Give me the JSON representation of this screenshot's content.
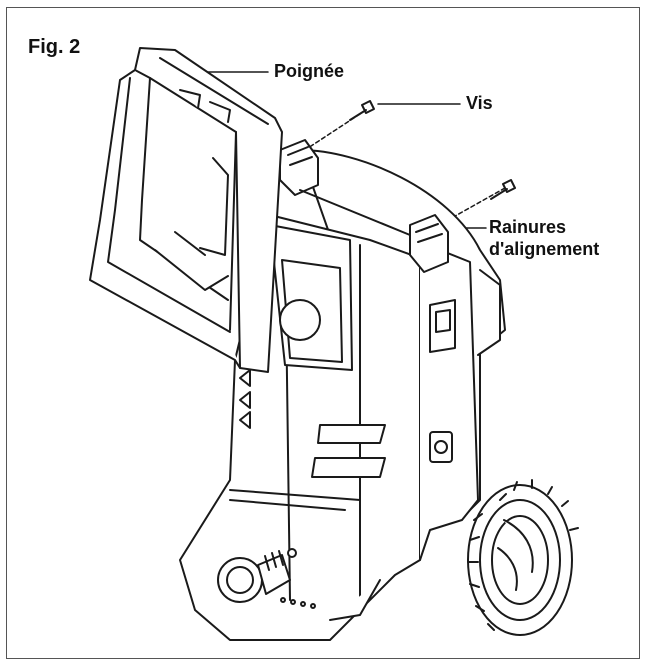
{
  "figure": {
    "number": "Fig. 2",
    "callouts": {
      "handle": "Poignée",
      "screws": "Vis",
      "alignment_grooves_line1": "Rainures",
      "alignment_grooves_line2": "d'alignement"
    }
  }
}
